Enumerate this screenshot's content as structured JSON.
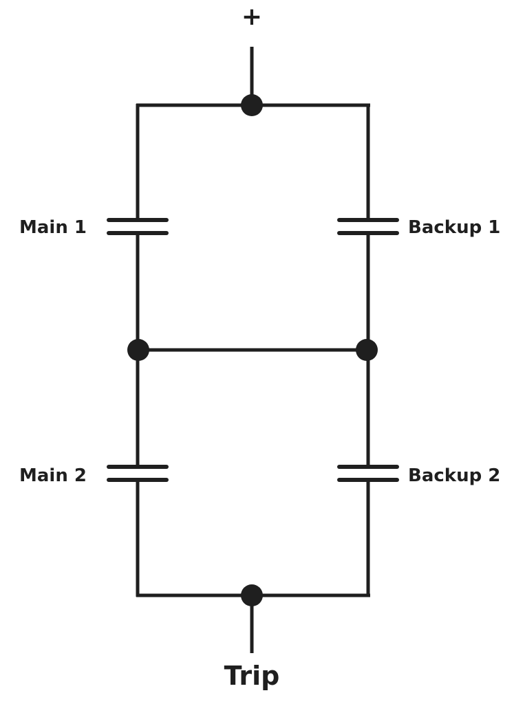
{
  "terminals": {
    "top": "+",
    "bottom": "Trip"
  },
  "contacts": [
    {
      "id": "main-1",
      "label": "Main 1"
    },
    {
      "id": "backup-1",
      "label": "Backup 1"
    },
    {
      "id": "main-2",
      "label": "Main 2"
    },
    {
      "id": "backup-2",
      "label": "Backup 2"
    }
  ],
  "colors": {
    "line": "#1f1f1f",
    "background": "#ffffff"
  }
}
